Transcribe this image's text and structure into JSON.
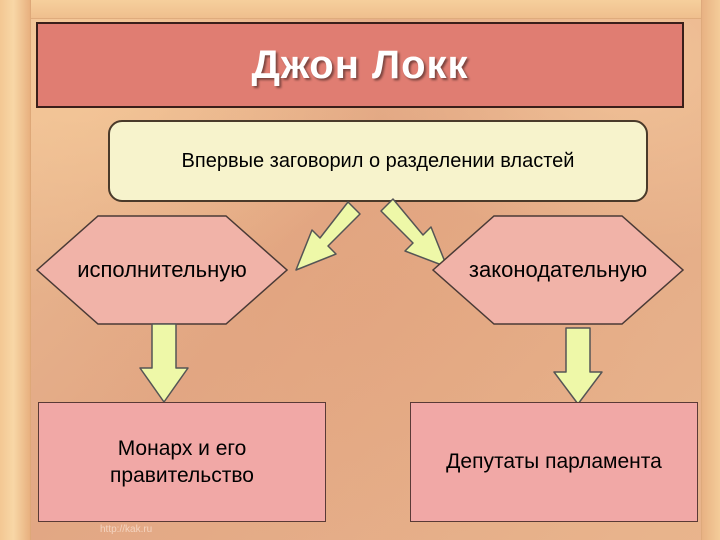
{
  "title": "Джон Локк",
  "subtitle": "Впервые заговорил о  разделении властей",
  "branches": {
    "left": {
      "label": "исполнительную",
      "result": "Монарх и его правительство"
    },
    "right": {
      "label": "законодательную",
      "result": "Депутаты парламента"
    }
  },
  "watermark": "http://kak.ru",
  "colors": {
    "title_fill": "#e07d72",
    "subtitle_fill": "#f7f3cc",
    "hex_fill": "#f1b3a8",
    "box_fill": "#f1a8a6",
    "arrow_fill": "#eef8a8",
    "background": "#e7b48d"
  }
}
